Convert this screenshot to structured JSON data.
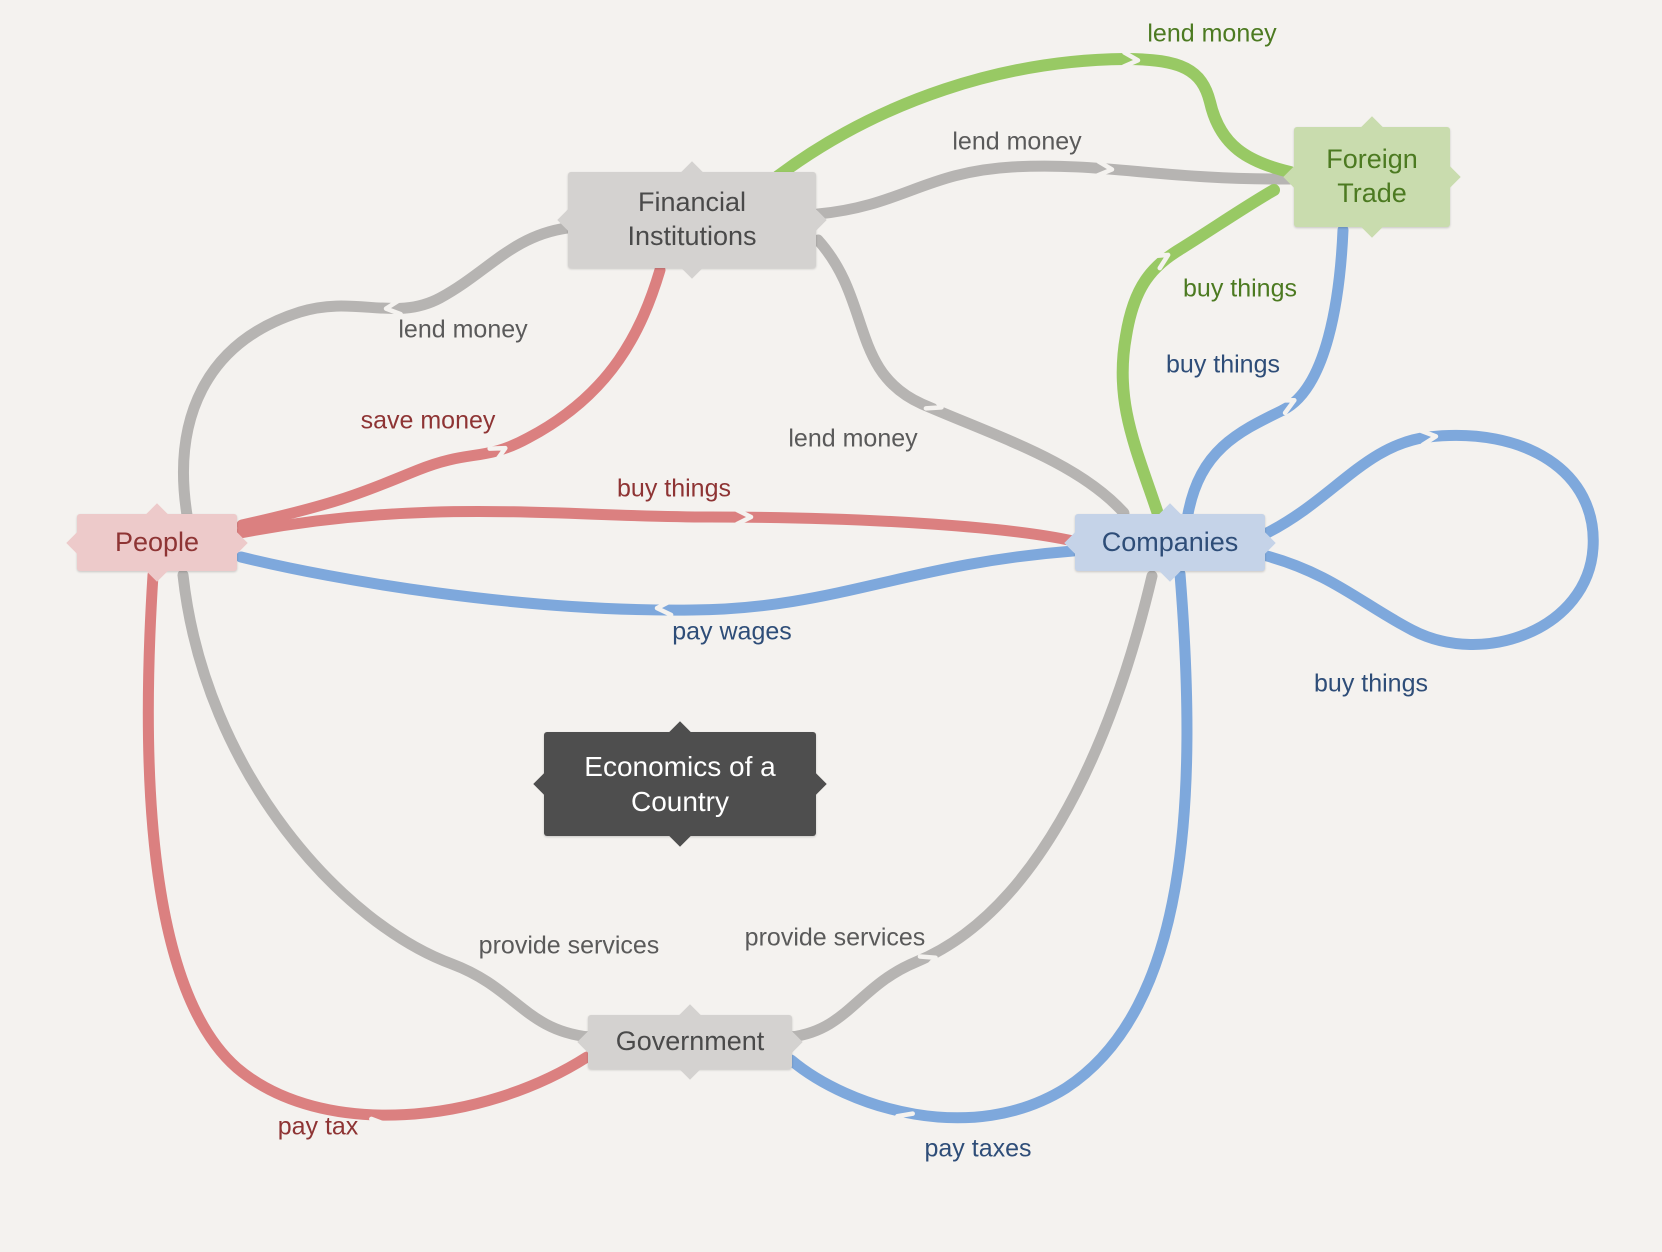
{
  "diagram_title": "Economics of a Country",
  "nodes": {
    "people": {
      "label": "People"
    },
    "financial_institutions": {
      "label": "Financial Institutions"
    },
    "foreign_trade": {
      "label": "Foreign Trade"
    },
    "companies": {
      "label": "Companies"
    },
    "government": {
      "label": "Government"
    },
    "center": {
      "label": "Economics of a Country"
    }
  },
  "edges": [
    {
      "label": "lend money",
      "color": "green",
      "from": "financial_institutions",
      "to": "foreign_trade"
    },
    {
      "label": "lend money",
      "color": "gray",
      "from": "financial_institutions",
      "to": "foreign_trade"
    },
    {
      "label": "lend money",
      "color": "gray",
      "from": "financial_institutions",
      "to": "people"
    },
    {
      "label": "save money",
      "color": "red",
      "from": "people",
      "to": "financial_institutions"
    },
    {
      "label": "buy things",
      "color": "green",
      "from": "companies",
      "to": "foreign_trade"
    },
    {
      "label": "buy things",
      "color": "blue",
      "from": "companies",
      "to": "foreign_trade"
    },
    {
      "label": "lend money",
      "color": "gray",
      "from": "financial_institutions",
      "to": "companies"
    },
    {
      "label": "buy things",
      "color": "red",
      "from": "people",
      "to": "companies"
    },
    {
      "label": "pay wages",
      "color": "blue",
      "from": "companies",
      "to": "people"
    },
    {
      "label": "buy things",
      "color": "blue",
      "from": "companies",
      "to": "companies"
    },
    {
      "label": "provide services",
      "color": "gray",
      "from": "government",
      "to": "people"
    },
    {
      "label": "provide services",
      "color": "gray",
      "from": "government",
      "to": "companies"
    },
    {
      "label": "pay tax",
      "color": "red",
      "from": "people",
      "to": "government"
    },
    {
      "label": "pay taxes",
      "color": "blue",
      "from": "companies",
      "to": "government"
    }
  ],
  "palette": {
    "bg": "#f4f2ef",
    "edge_gray": "#b6b4b2",
    "edge_red": "#db8080",
    "edge_blue": "#7ea8dc",
    "edge_green": "#98c964",
    "label_gray": "#5a5a5a",
    "label_red": "#8e3434",
    "label_blue": "#2e4d78",
    "label_green": "#4c7a21",
    "node_people_bg": "#edcaca",
    "node_gray_bg": "#d4d2d0",
    "node_green_bg": "#c9dcae",
    "node_blue_bg": "#c5d3e8",
    "node_dark_bg": "#4e4e4e"
  }
}
